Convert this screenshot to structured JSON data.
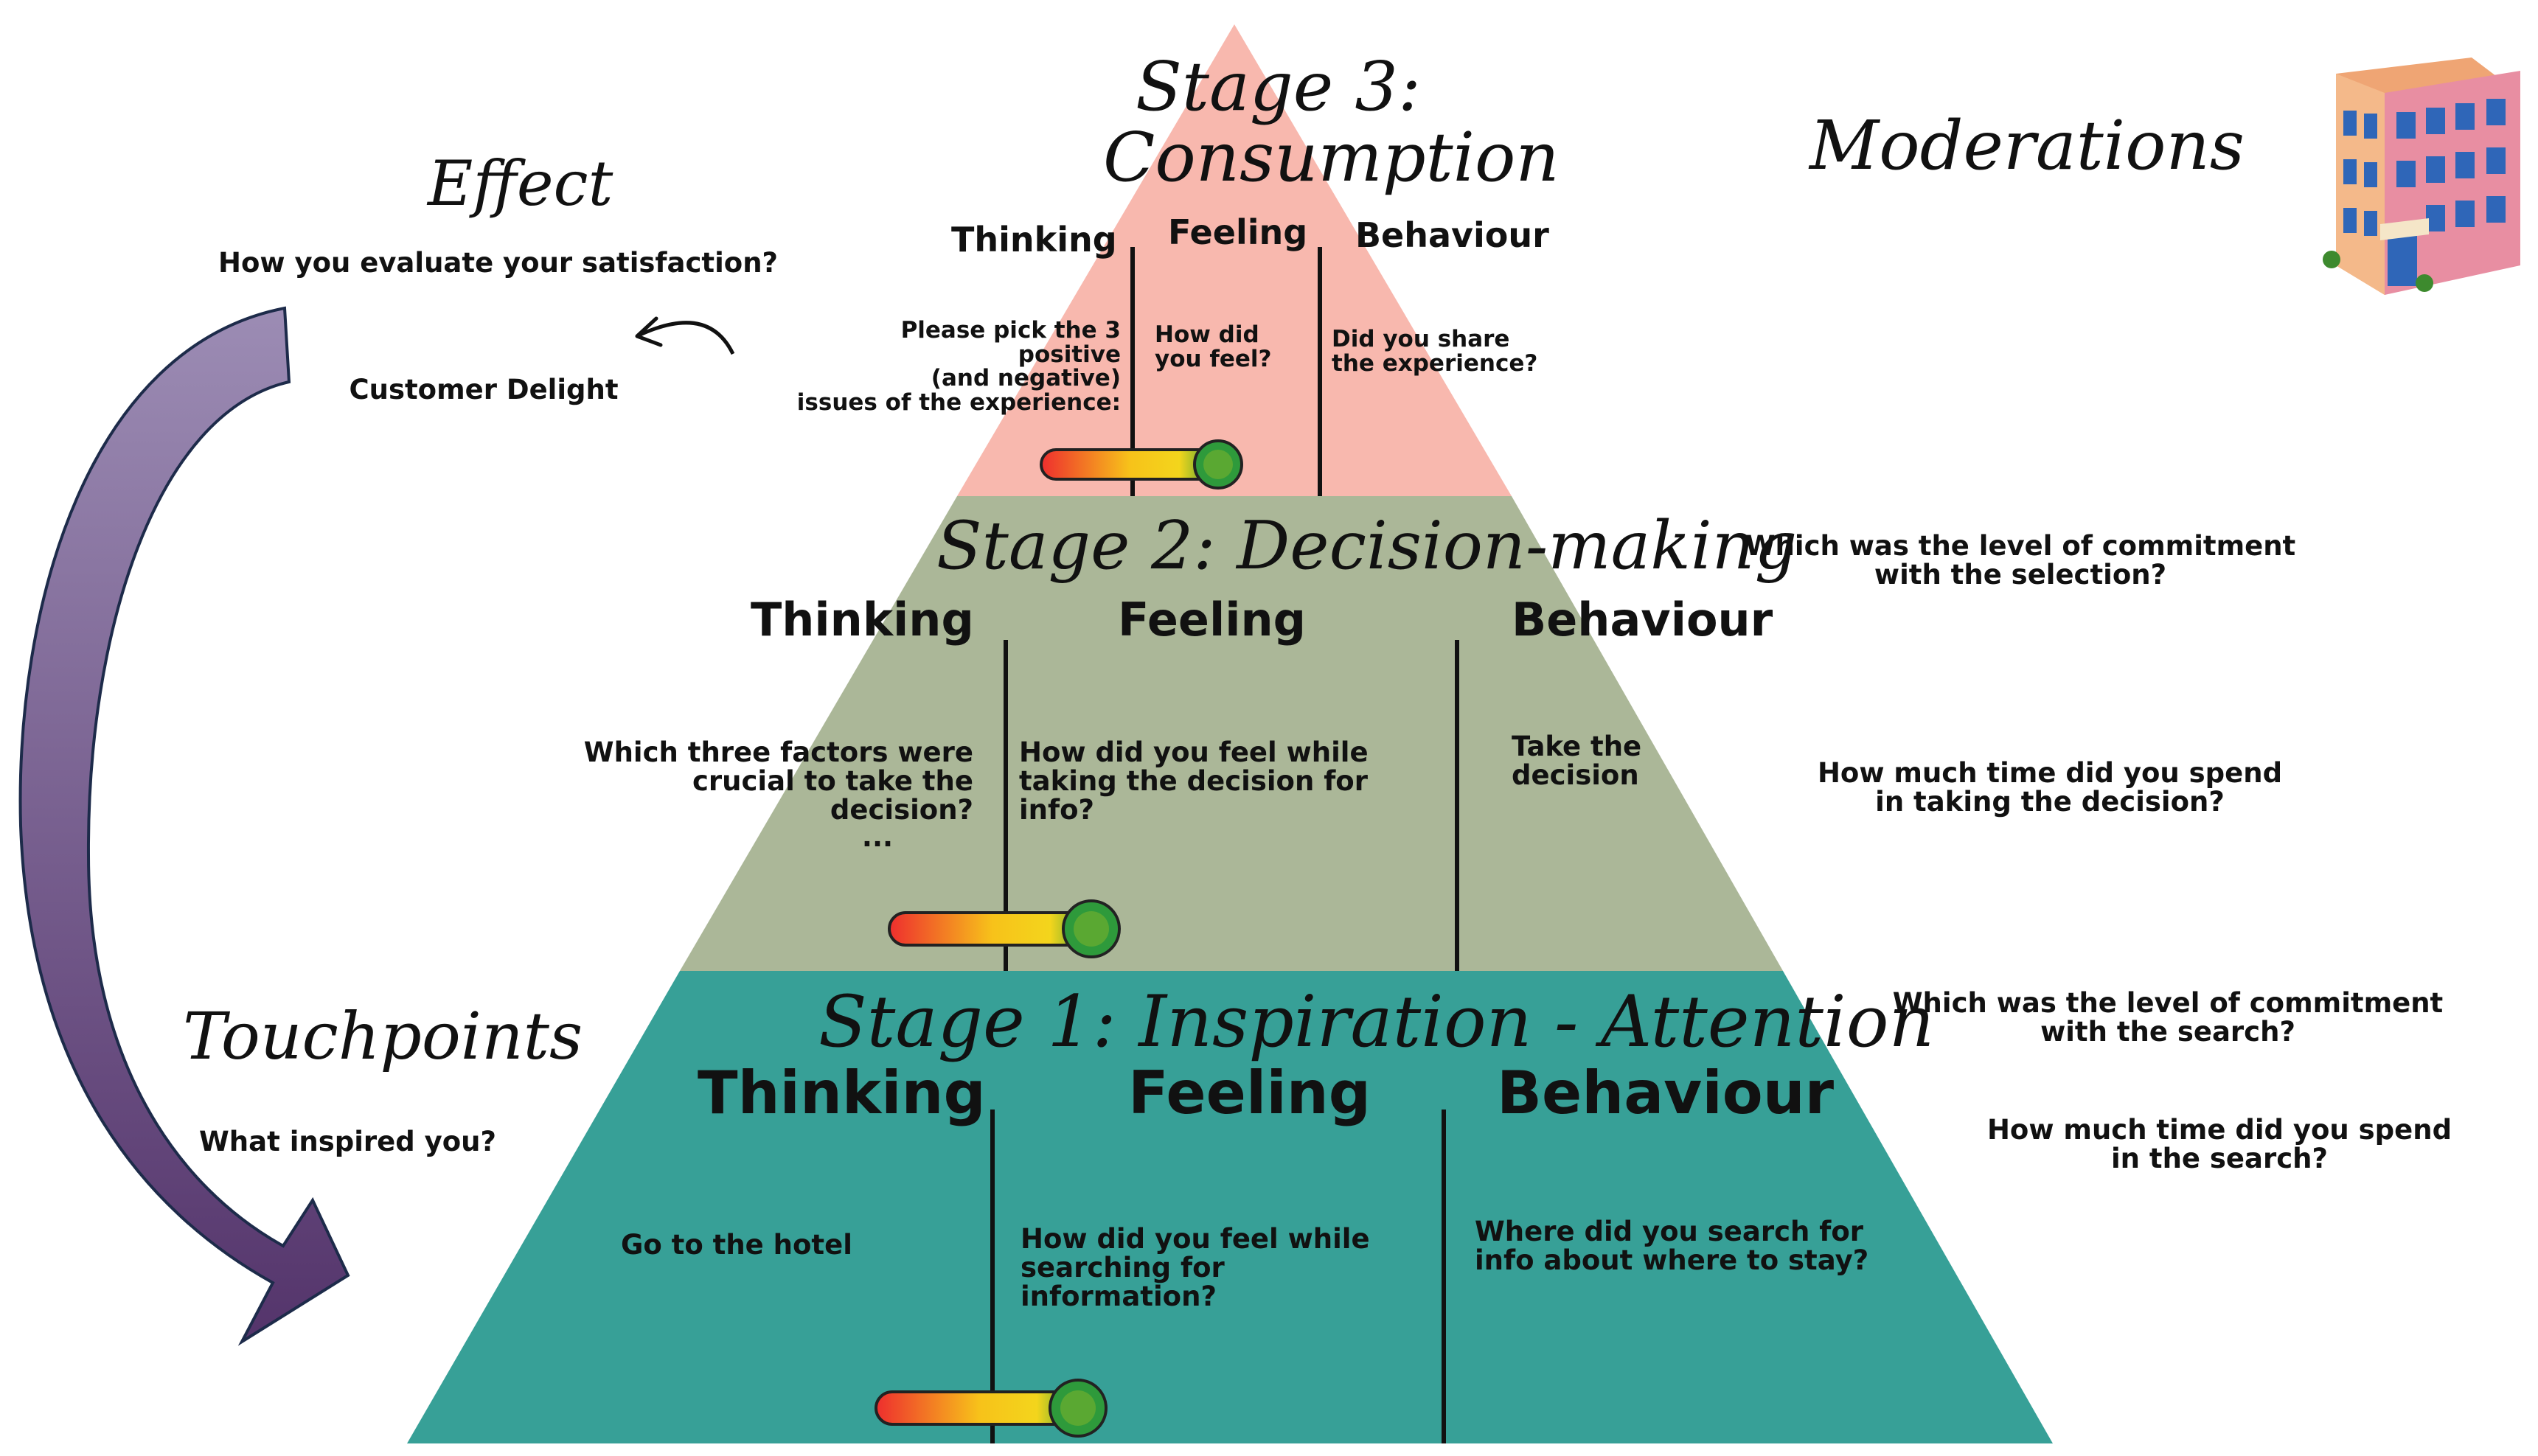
{
  "colors": {
    "stage3": "#f8b8ae",
    "stage2": "#abb798",
    "stage1": "#37a097",
    "arrow_top": "#9a89b2",
    "arrow_bottom": "#5b3c73",
    "arrow_outline": "#1d2b4a"
  },
  "icons": {
    "hotel": "hotel-building-icon",
    "curved_arrow": "curved-arrow-icon",
    "thermometer": "thermometer-icon"
  },
  "left": {
    "effect_title": "Effect",
    "effect_question": "How you evaluate your satisfaction?",
    "effect_answer": "Customer Delight",
    "touchpoints_title": "Touchpoints",
    "touchpoints_question": "What inspired you?"
  },
  "right": {
    "moderations_title": "Moderations",
    "q_selection_commitment": "Which was the level of commitment with the selection?",
    "q_decision_time": "How much time did you spend in taking the decision?",
    "q_search_commitment": "Which was the level of commitment with the search?",
    "q_search_time": "How much time did you spend in the search?"
  },
  "stage3": {
    "title_line1": "Stage 3:",
    "title_line2": "Consumption",
    "thinking": "Thinking",
    "feeling": "Feeling",
    "behaviour": "Behaviour",
    "thinking_q_line1": "Please pick the 3 positive",
    "thinking_q_line2": "(and negative)",
    "thinking_q_line3": "issues of the experience:",
    "feeling_q": "How did you feel?",
    "behaviour_q": "Did you share the experience?"
  },
  "stage2": {
    "title": "Stage 2: Decision-making",
    "thinking": "Thinking",
    "feeling": "Feeling",
    "behaviour": "Behaviour",
    "thinking_q_line1": "Which three factors were",
    "thinking_q_line2": "crucial to take the decision?",
    "thinking_q_line3": "...",
    "feeling_q": "How did you feel while taking the decision for info?",
    "behaviour_q": "Take the decision"
  },
  "stage1": {
    "title": "Stage 1: Inspiration - Attention",
    "thinking": "Thinking",
    "feeling": "Feeling",
    "behaviour": "Behaviour",
    "thinking_q": "Go to the hotel",
    "feeling_q": "How did you feel while searching for information?",
    "behaviour_q": "Where did you search for info about where to stay?"
  }
}
